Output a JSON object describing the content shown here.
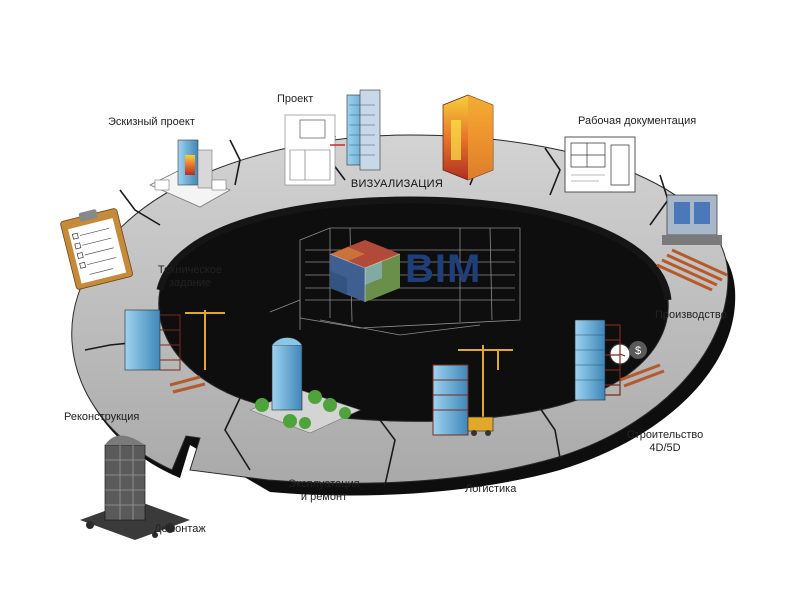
{
  "center": {
    "logo_text": "BIM",
    "ring_label": "ВИЗУАЛИЗАЦИЯ"
  },
  "stages": {
    "sketch": "Эскизный проект",
    "project": "Проект",
    "working_docs": "Рабочая документация",
    "production": "Производство",
    "construction_line1": "Строительство",
    "construction_line2": "4D/5D",
    "logistics": "Логистика",
    "operation_line1": "Эксплуатация",
    "operation_line2": "и ремонт",
    "demolition": "Демонтаж",
    "reconstruction": "Реконструкция",
    "tech_task_line1": "Техническое",
    "tech_task_line2": "задание"
  },
  "colors": {
    "ring_top": "#bcbcbc",
    "ring_edge": "#111111",
    "bim_blue": "#1f3f7a",
    "building_blue": "#6fb3d9",
    "heat_orange": "#e8762b",
    "tree_green": "#4ea43a",
    "crane_yellow": "#e0a92a"
  },
  "icons": [
    "sketch-model-icon",
    "project-drawing-icon",
    "heatmap-building-icon",
    "blueprint-icon",
    "factory-icon",
    "construction-site-icon",
    "crane-building-icon",
    "city-block-icon",
    "demolition-icon",
    "clipboard-checklist-icon",
    "bim-cube-logo-icon",
    "coin-clock-icon"
  ]
}
